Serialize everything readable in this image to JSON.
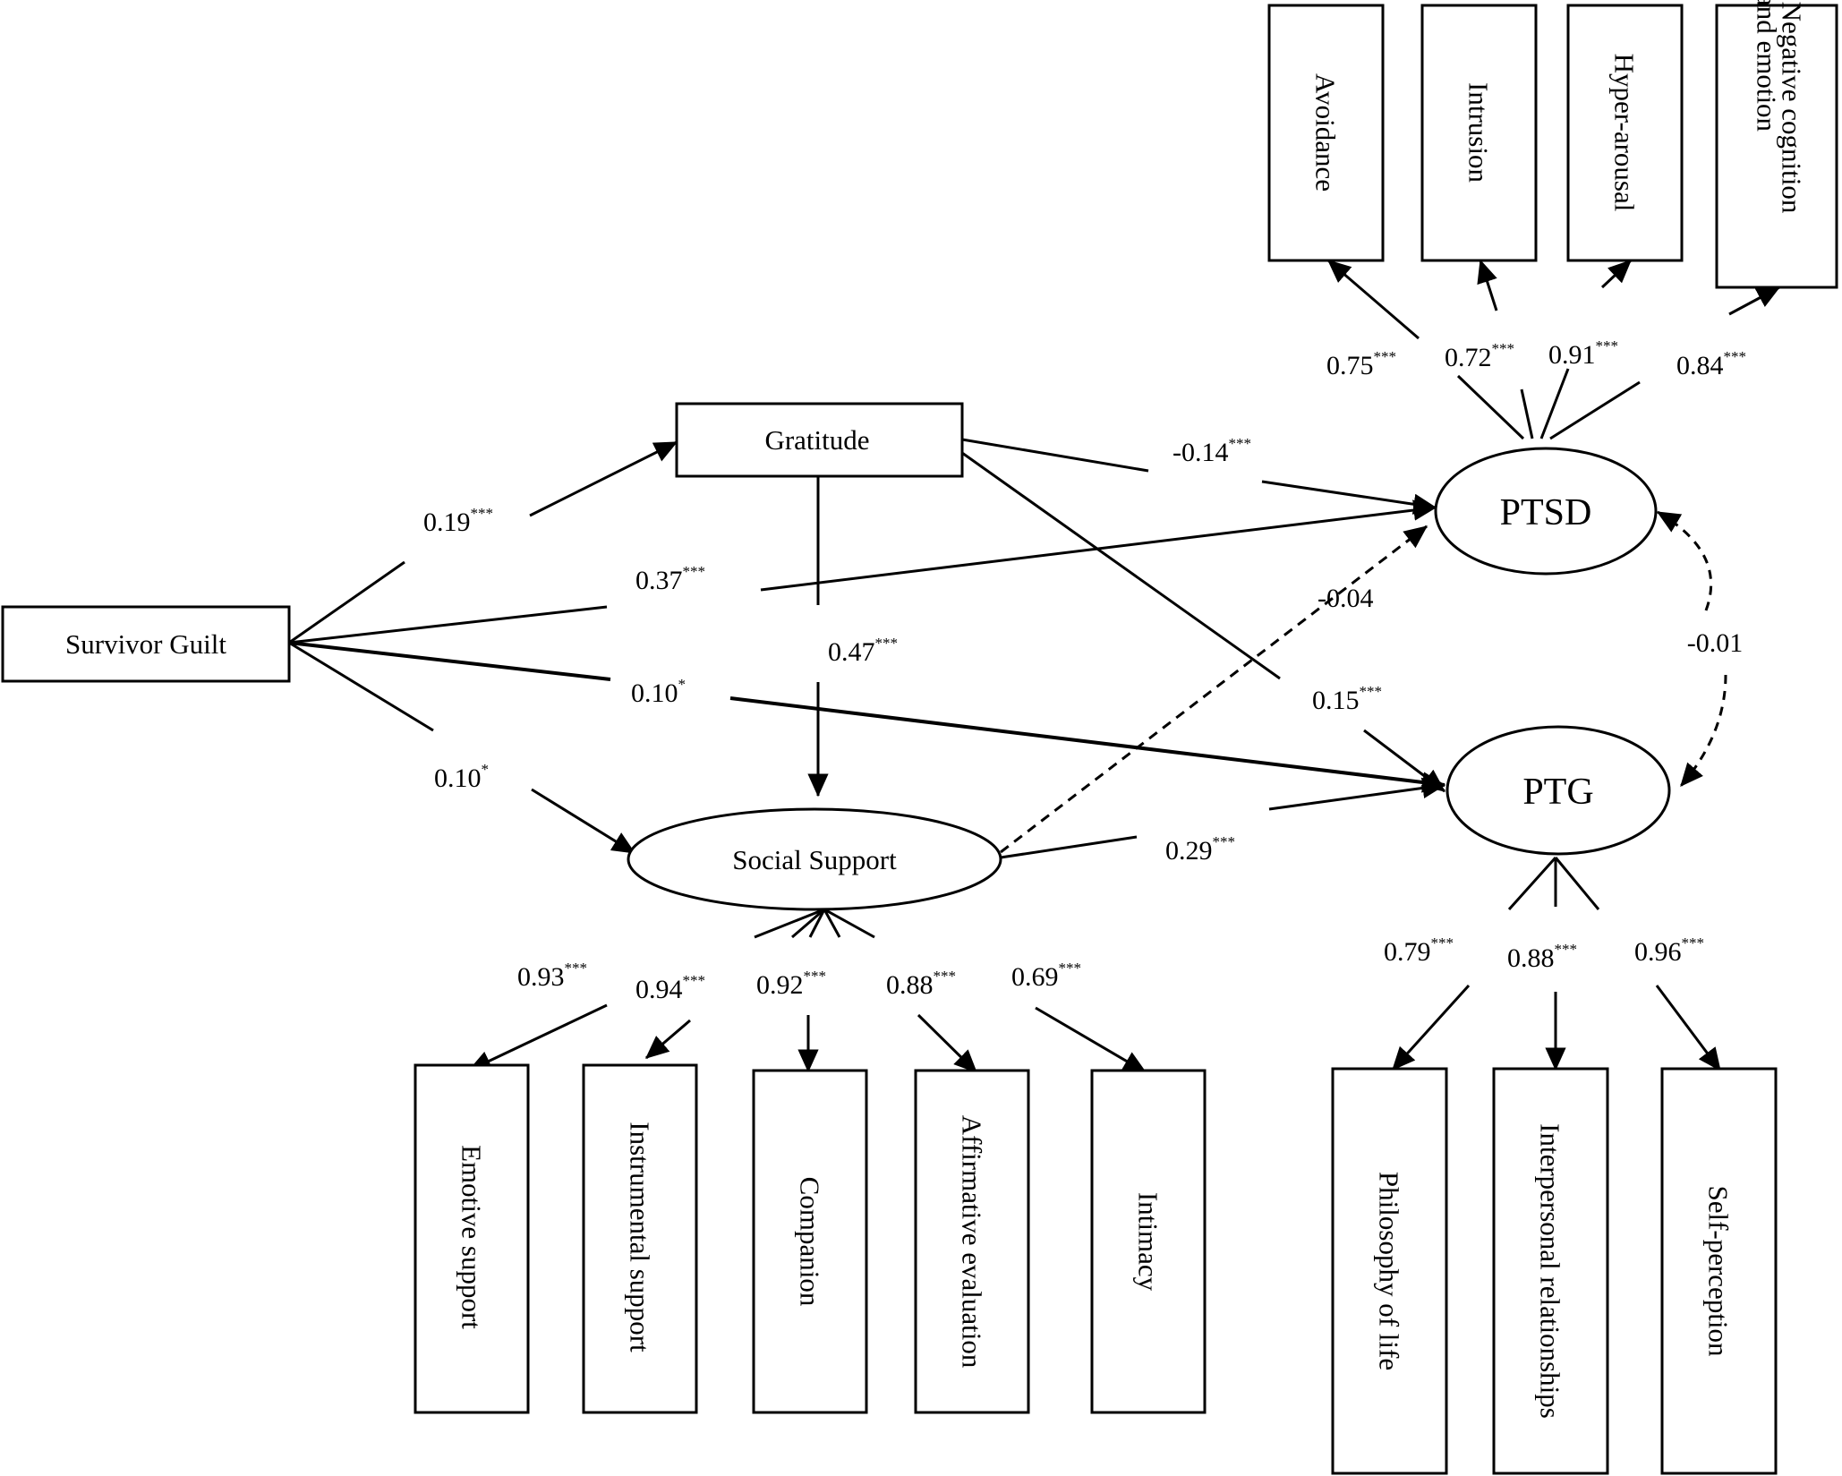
{
  "nodes": {
    "survivor_guilt": "Survivor Guilt",
    "gratitude": "Gratitude",
    "social_support": "Social Support",
    "ptsd": "PTSD",
    "ptg": "PTG"
  },
  "ptsd_indicators": [
    {
      "label": "Avoidance",
      "coef": "0.75",
      "sig": "***"
    },
    {
      "label": "Intrusion",
      "coef": "0.72",
      "sig": "***"
    },
    {
      "label": "Hyper-arousal",
      "coef": "0.91",
      "sig": "***"
    },
    {
      "lines": [
        "Negative cognition",
        "and emotion"
      ],
      "coef": "0.84",
      "sig": "***"
    }
  ],
  "social_support_indicators": [
    {
      "label": "Emotive support",
      "coef": "0.93",
      "sig": "***"
    },
    {
      "label": "Instrumental support",
      "coef": "0.94",
      "sig": "***"
    },
    {
      "label": "Companion",
      "coef": "0.92",
      "sig": "***"
    },
    {
      "label": "Affirmative evaluation",
      "coef": "0.88",
      "sig": "***"
    },
    {
      "label": "Intimacy",
      "coef": "0.69",
      "sig": "***"
    }
  ],
  "ptg_indicators": [
    {
      "label": "Philosophy of life",
      "coef": "0.79",
      "sig": "***"
    },
    {
      "label": "Interpersonal relationships",
      "coef": "0.88",
      "sig": "***"
    },
    {
      "label": "Self-perception",
      "coef": "0.96",
      "sig": "***"
    }
  ],
  "paths": {
    "guilt_to_gratitude": {
      "coef": "0.19",
      "sig": "***"
    },
    "guilt_to_ptsd": {
      "coef": "0.37",
      "sig": "***"
    },
    "guilt_to_ptg": {
      "coef": "0.10",
      "sig": "*"
    },
    "guilt_to_support": {
      "coef": "0.10",
      "sig": "*"
    },
    "gratitude_to_ptsd": {
      "coef": "-0.14",
      "sig": "***"
    },
    "gratitude_to_ptg": {
      "coef": "0.15",
      "sig": "***"
    },
    "gratitude_to_support": {
      "coef": "0.47",
      "sig": "***"
    },
    "support_to_ptsd": {
      "coef": "-0.04",
      "sig": ""
    },
    "support_to_ptg": {
      "coef": "0.29",
      "sig": "***"
    },
    "ptsd_ptg_cov": {
      "coef": "-0.01",
      "sig": ""
    }
  }
}
